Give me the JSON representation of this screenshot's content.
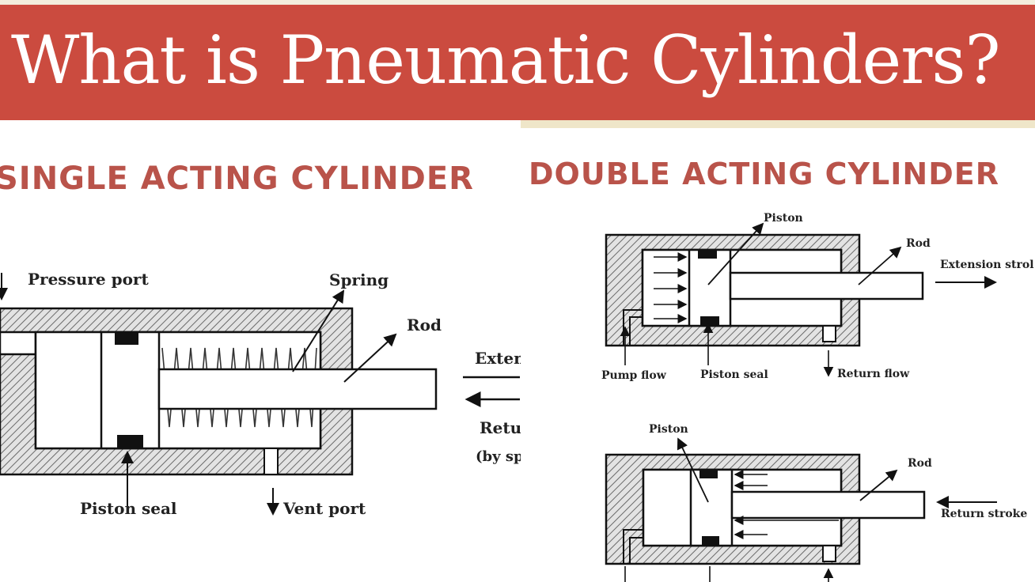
{
  "banner": {
    "title": "What is Pneumatic Cylinders?",
    "background": "#cb4b3f",
    "text_color": "#ffffff"
  },
  "single_acting": {
    "heading": "SINGLE ACTING CYLINDER",
    "heading_color": "#b9534a",
    "labels": {
      "pressure_port": "Pressure port",
      "spring": "Spring",
      "rod": "Rod",
      "piston_seal": "Piston seal",
      "vent_port": "Vent port",
      "extension": "Exten",
      "return": "Retu",
      "by_spring": "(by sp"
    }
  },
  "double_acting": {
    "heading": "DOUBLE ACTING CYLINDER",
    "top": {
      "piston": "Piston",
      "rod": "Rod",
      "extension_stroke": "Extension strol",
      "pump_flow": "Pump flow",
      "piston_seal": "Piston seal",
      "return_flow": "Return flow"
    },
    "bottom": {
      "piston": "Piston",
      "rod": "Rod",
      "return_stroke": "Return stroke"
    }
  }
}
